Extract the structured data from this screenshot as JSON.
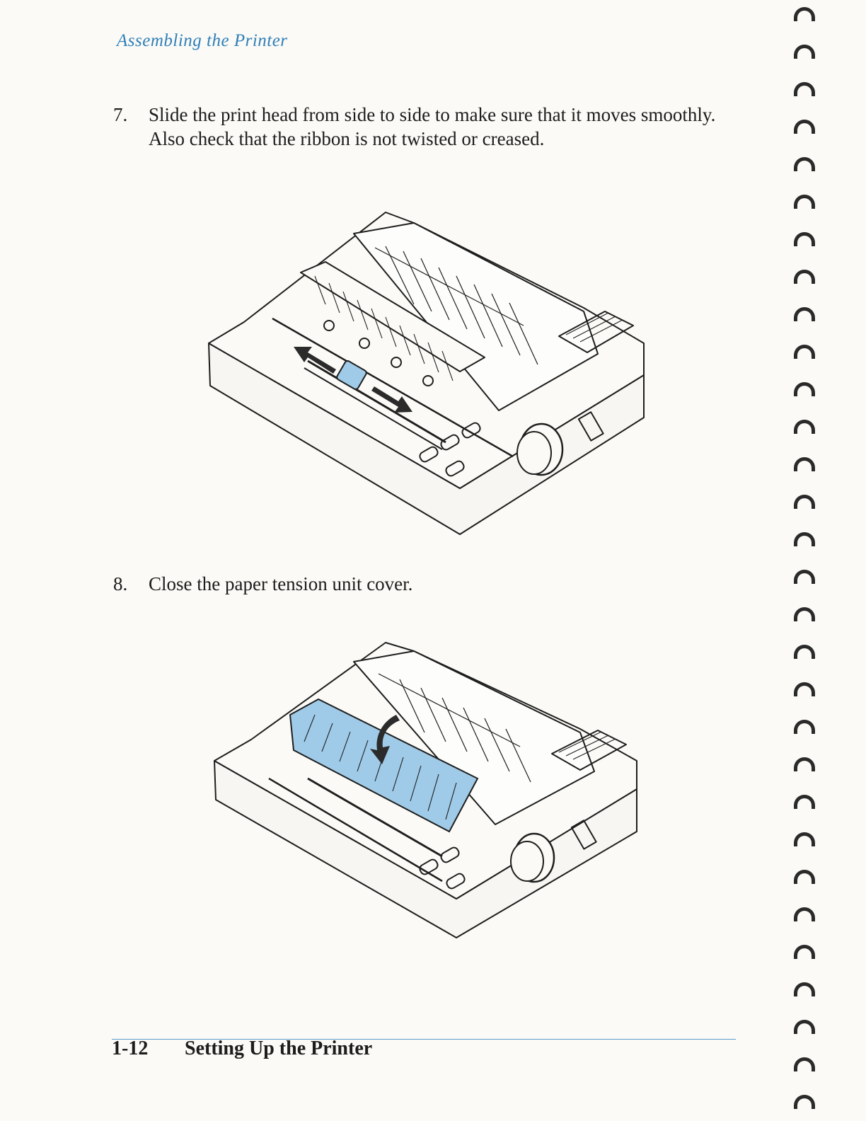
{
  "header": {
    "running_title": "Assembling the Printer"
  },
  "steps": [
    {
      "number": "7.",
      "text": "Slide the print head from side to side to make sure that it moves smoothly. Also check that the ribbon is not twisted or creased."
    },
    {
      "number": "8.",
      "text": "Close the paper tension unit cover."
    }
  ],
  "footer": {
    "page_number": "1-12",
    "section_title": "Setting Up the Printer"
  },
  "colors": {
    "accent_blue": "#2f7fb8",
    "highlight_blue": "#9fcbe8",
    "ink": "#1c1c1c"
  },
  "icons": [
    "print-head-slide-arrows-icon",
    "close-cover-arrow-icon",
    "spiral-binding-ring-icon"
  ]
}
